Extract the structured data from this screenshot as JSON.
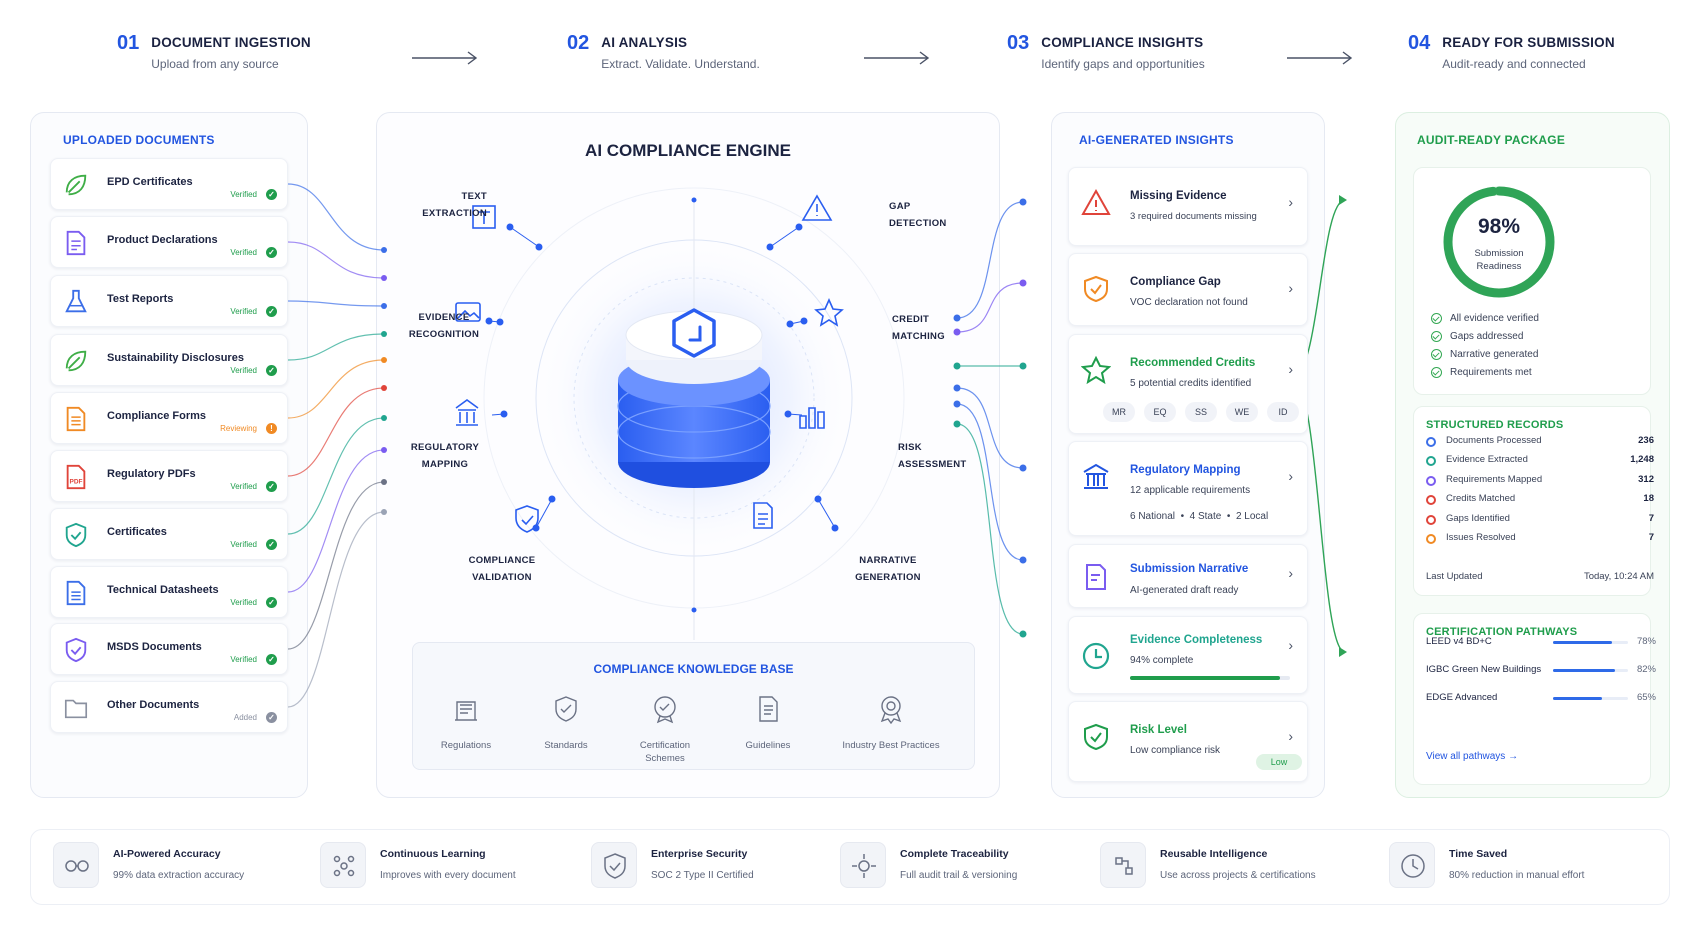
{
  "steps": [
    {
      "num": "01",
      "title": "DOCUMENT INGESTION",
      "sub": "Upload from any source"
    },
    {
      "num": "02",
      "title": "AI ANALYSIS",
      "sub": "Extract. Validate. Understand."
    },
    {
      "num": "03",
      "title": "COMPLIANCE INSIGHTS",
      "sub": "Identify gaps and opportunities"
    },
    {
      "num": "04",
      "title": "READY FOR SUBMISSION",
      "sub": "Audit-ready and connected"
    }
  ],
  "uploaded": {
    "title": "UPLOADED DOCUMENTS",
    "items": [
      {
        "name": "EPD Certificates",
        "status": "Verified",
        "icon": "leaf-icon",
        "color": "#3fae47"
      },
      {
        "name": "Product Declarations",
        "status": "Verified",
        "icon": "document-icon",
        "color": "#7a5cf0"
      },
      {
        "name": "Test Reports",
        "status": "Verified",
        "icon": "flask-icon",
        "color": "#3b6ee8"
      },
      {
        "name": "Sustainability Disclosures",
        "status": "Verified",
        "icon": "leaf-icon",
        "color": "#3fae47"
      },
      {
        "name": "Compliance Forms",
        "status": "Reviewing",
        "icon": "form-icon",
        "color": "#f08a24"
      },
      {
        "name": "Regulatory PDFs",
        "status": "Verified",
        "icon": "pdf-icon",
        "color": "#e0443a"
      },
      {
        "name": "Certificates",
        "status": "Verified",
        "icon": "shield-icon",
        "color": "#20a58f"
      },
      {
        "name": "Technical Datasheets",
        "status": "Verified",
        "icon": "datasheet-icon",
        "color": "#3b6ee8"
      },
      {
        "name": "MSDS Documents",
        "status": "Verified",
        "icon": "shield-icon",
        "color": "#7a5cf0"
      },
      {
        "name": "Other Documents",
        "status": "Added",
        "icon": "folder-icon",
        "color": "#8a90a0"
      }
    ]
  },
  "engine": {
    "title": "AI COMPLIANCE ENGINE",
    "labels": {
      "text_extraction": "TEXT\nEXTRACTION",
      "gap_detection": "GAP\nDETECTION",
      "evidence_recognition": "EVIDENCE\nRECOGNITION",
      "credit_matching": "CREDIT\nMATCHING",
      "regulatory_mapping": "REGULATORY\nMAPPING",
      "risk_assessment": "RISK\nASSESSMENT",
      "compliance_validation": "COMPLIANCE\nVALIDATION",
      "narrative_generation": "NARRATIVE\nGENERATION"
    },
    "kb_title": "COMPLIANCE KNOWLEDGE BASE",
    "kb_items": [
      "Regulations",
      "Standards",
      "Certification Schemes",
      "Guidelines",
      "Industry Best Practices"
    ]
  },
  "insights": {
    "title": "AI-GENERATED INSIGHTS",
    "missing": {
      "title": "Missing Evidence",
      "sub": "3 required documents missing"
    },
    "gap": {
      "title": "Compliance Gap",
      "sub": "VOC declaration not found"
    },
    "credits": {
      "title": "Recommended Credits",
      "sub": "5 potential credits identified",
      "tags": [
        "MR",
        "EQ",
        "SS",
        "WE",
        "ID"
      ]
    },
    "mapping": {
      "title": "Regulatory Mapping",
      "sub": "12 applicable requirements",
      "detail": "6 National  •  4 State  •  2 Local"
    },
    "narrative": {
      "title": "Submission Narrative",
      "sub": "AI-generated draft ready"
    },
    "completeness": {
      "title": "Evidence Completeness",
      "sub": "94% complete",
      "value": 0.94
    },
    "risk": {
      "title": "Risk Level",
      "sub": "Low compliance risk",
      "badge": "Low"
    }
  },
  "package": {
    "title": "AUDIT-READY PACKAGE",
    "readiness": "98%",
    "readiness_value": 0.98,
    "readiness_label": "Submission Readiness",
    "checks": [
      "All evidence verified",
      "Gaps addressed",
      "Narrative generated",
      "Requirements met"
    ],
    "records_title": "STRUCTURED RECORDS",
    "records": [
      {
        "label": "Documents Processed",
        "value": "236",
        "color": "#3b6ee8"
      },
      {
        "label": "Evidence Extracted",
        "value": "1,248",
        "color": "#20a58f"
      },
      {
        "label": "Requirements Mapped",
        "value": "312",
        "color": "#7a5cf0"
      },
      {
        "label": "Credits Matched",
        "value": "18",
        "color": "#e0443a"
      },
      {
        "label": "Gaps Identified",
        "value": "7",
        "color": "#e0443a"
      },
      {
        "label": "Issues Resolved",
        "value": "7",
        "color": "#f08a24"
      }
    ],
    "last_updated_label": "Last Updated",
    "last_updated_value": "Today, 10:24 AM",
    "pathways_title": "CERTIFICATION PATHWAYS",
    "pathways": [
      {
        "name": "LEED v4 BD+C",
        "pct": "78%",
        "value": 0.78
      },
      {
        "name": "IGBC Green New Buildings",
        "pct": "82%",
        "value": 0.82
      },
      {
        "name": "EDGE Advanced",
        "pct": "65%",
        "value": 0.65
      }
    ],
    "view_all": "View all pathways →"
  },
  "features": [
    {
      "title": "AI-Powered Accuracy",
      "sub": "99% data extraction accuracy"
    },
    {
      "title": "Continuous Learning",
      "sub": "Improves with every document"
    },
    {
      "title": "Enterprise Security",
      "sub": "SOC 2 Type II Certified"
    },
    {
      "title": "Complete Traceability",
      "sub": "Full audit trail & versioning"
    },
    {
      "title": "Reusable Intelligence",
      "sub": "Use across projects & certifications"
    },
    {
      "title": "Time Saved",
      "sub": "80% reduction in manual effort"
    }
  ],
  "colors": {
    "blue": "#2255e0",
    "green": "#1f9d4c",
    "orange": "#f08a24",
    "red": "#e0443a",
    "purple": "#7a5cf0",
    "teal": "#20a58f"
  }
}
